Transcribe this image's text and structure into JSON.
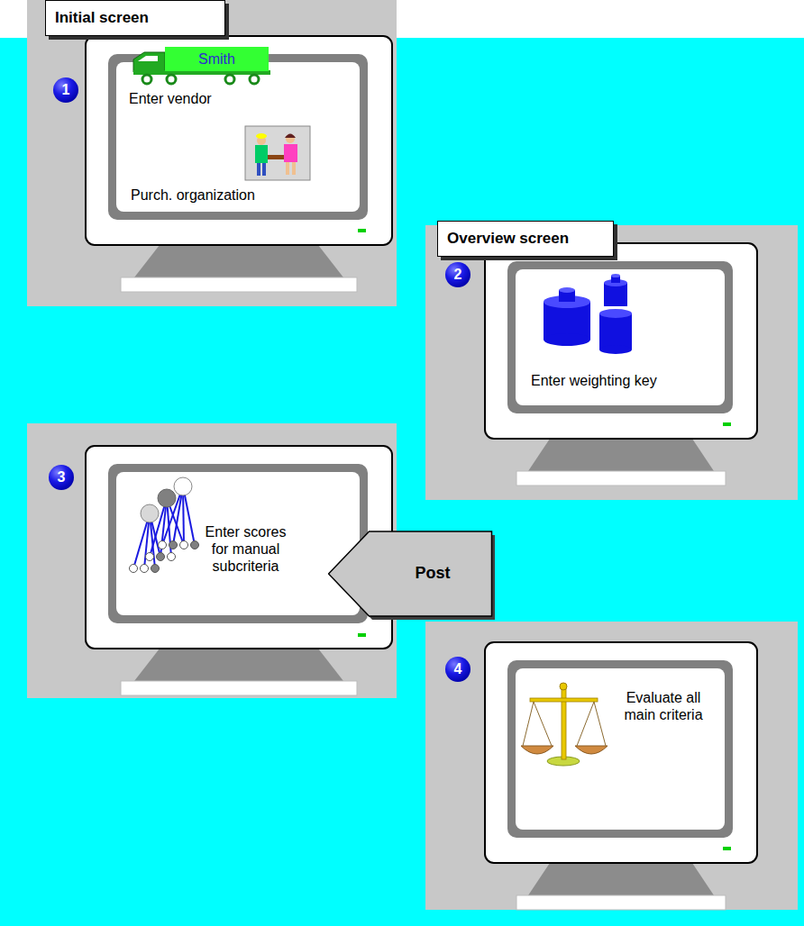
{
  "diagram": {
    "nodes": [
      {
        "text": [
          "Initial screen"
        ]
      },
      {
        "text": [
          "Enter vendor",
          "Purch. organization"
        ]
      },
      {
        "text": [
          "Smith"
        ],
        "in": 1
      },
      {
        "text": [
          "Overview screen"
        ]
      },
      {
        "text": [
          "Enter weighting key"
        ]
      },
      {
        "text": [
          "Enter scores for manual subcriteria"
        ]
      },
      {
        "text": [
          "Evaluate all main criteria"
        ]
      },
      {
        "text": [
          "Post"
        ]
      }
    ],
    "labels": [
      "1",
      "2",
      "3",
      "4"
    ]
  }
}
